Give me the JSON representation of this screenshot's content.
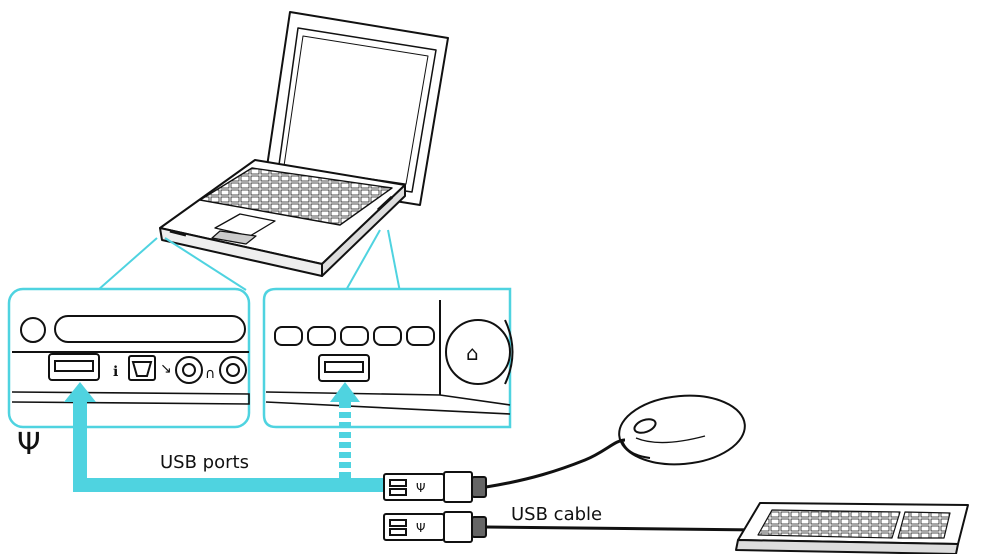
{
  "labels": {
    "usb_ports": "USB ports",
    "usb_cable": "USB cable"
  },
  "symbols": {
    "usb": "Ψ",
    "usb_small": "Ψ",
    "home": "⌂"
  },
  "icons": [
    "laptop-icon",
    "mouse-icon",
    "keyboard-icon",
    "usb-plug-icon",
    "usb-symbol-icon"
  ],
  "colors": {
    "accent": "#4fd3e0",
    "line": "#111111",
    "background": "#ffffff"
  }
}
